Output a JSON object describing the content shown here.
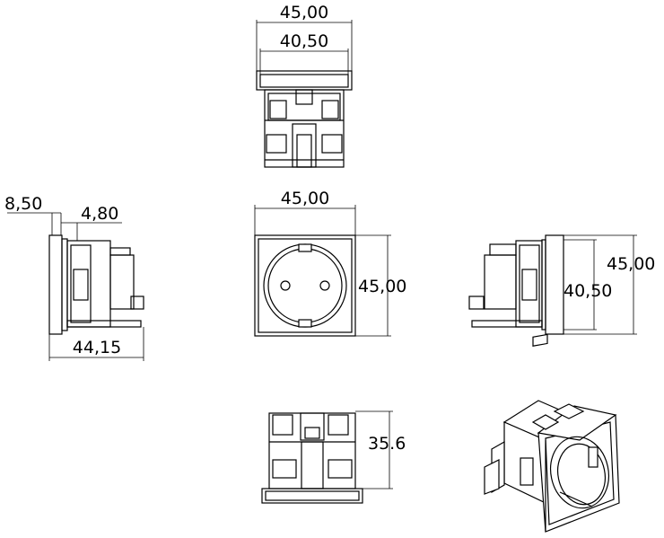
{
  "colors": {
    "line": "#000000",
    "background": "#ffffff"
  },
  "dimensions": {
    "top_overall_width": "45,00",
    "top_inner_width": "40,50",
    "left_offset": "8,50",
    "left_depth": "4,80",
    "left_total": "44,15",
    "front_width": "45,00",
    "front_height": "45,00",
    "right_inner": "40,50",
    "right_outer": "45,00",
    "bottom_height": "35.6"
  }
}
